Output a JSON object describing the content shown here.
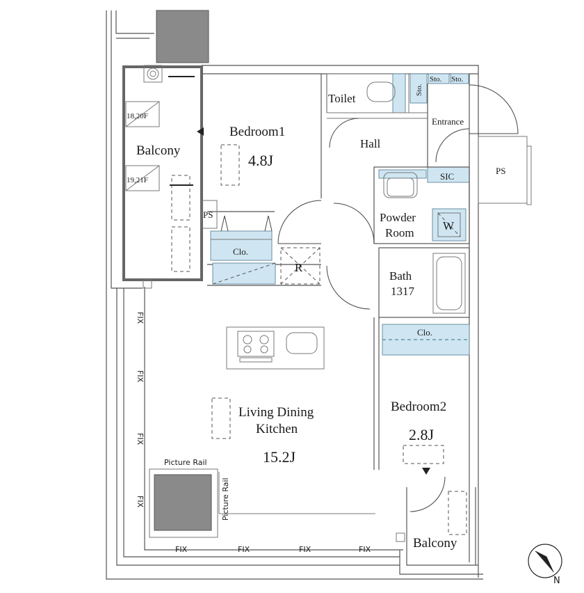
{
  "rooms": {
    "bedroom1": {
      "name": "Bedroom1",
      "area": "4.8J"
    },
    "bedroom2": {
      "name": "Bedroom2",
      "area": "2.8J"
    },
    "ldk": {
      "name_line1": "Living Dining",
      "name_line2": "Kitchen",
      "area": "15.2J"
    },
    "toilet": "Toilet",
    "hall": "Hall",
    "entrance": "Entrance",
    "sic": "SIC",
    "powder_room_line1": "Powder",
    "powder_room_line2": "Room",
    "bath": "Bath",
    "bath_size": "1317",
    "balcony_top": "Balcony",
    "balcony_bottom": "Balcony"
  },
  "labels": {
    "ps_right": "PS",
    "ps_inner": "PS",
    "closet1": "Clo.",
    "closet2": "Clo.",
    "refrigerator": "R",
    "washer": "W",
    "storage1": "Sto.",
    "storage2": "Sto.",
    "storage3": "Sto.",
    "picture_rail_top": "Picture Rail",
    "picture_rail_side": "Picture Rail",
    "floor_note_1": "18,20F",
    "floor_note_2": "19,21F"
  },
  "fix_labels": {
    "left": [
      "FIX",
      "FIX",
      "FIX",
      "FIX"
    ],
    "bottom": [
      "FIX",
      "FIX",
      "FIX",
      "FIX"
    ]
  },
  "compass": {
    "north": "N"
  }
}
